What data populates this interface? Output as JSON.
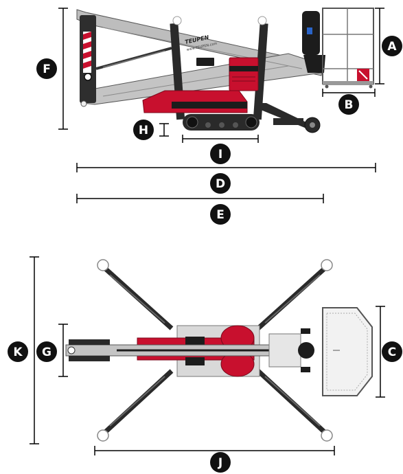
{
  "brand": {
    "name": "TEUPEN",
    "website": "www.TEUPEN.com"
  },
  "dimension_labels": {
    "a": "A",
    "b": "B",
    "c": "C",
    "d": "D",
    "e": "E",
    "f": "F",
    "g": "G",
    "h": "H",
    "i": "I",
    "j": "J",
    "k": "K"
  },
  "colors": {
    "machine_red": "#c8102e",
    "boom_grey": "#b5b5b5",
    "dark_steel": "#2a2a2a",
    "badge_black": "#111111",
    "dimension_line": "#000000"
  }
}
